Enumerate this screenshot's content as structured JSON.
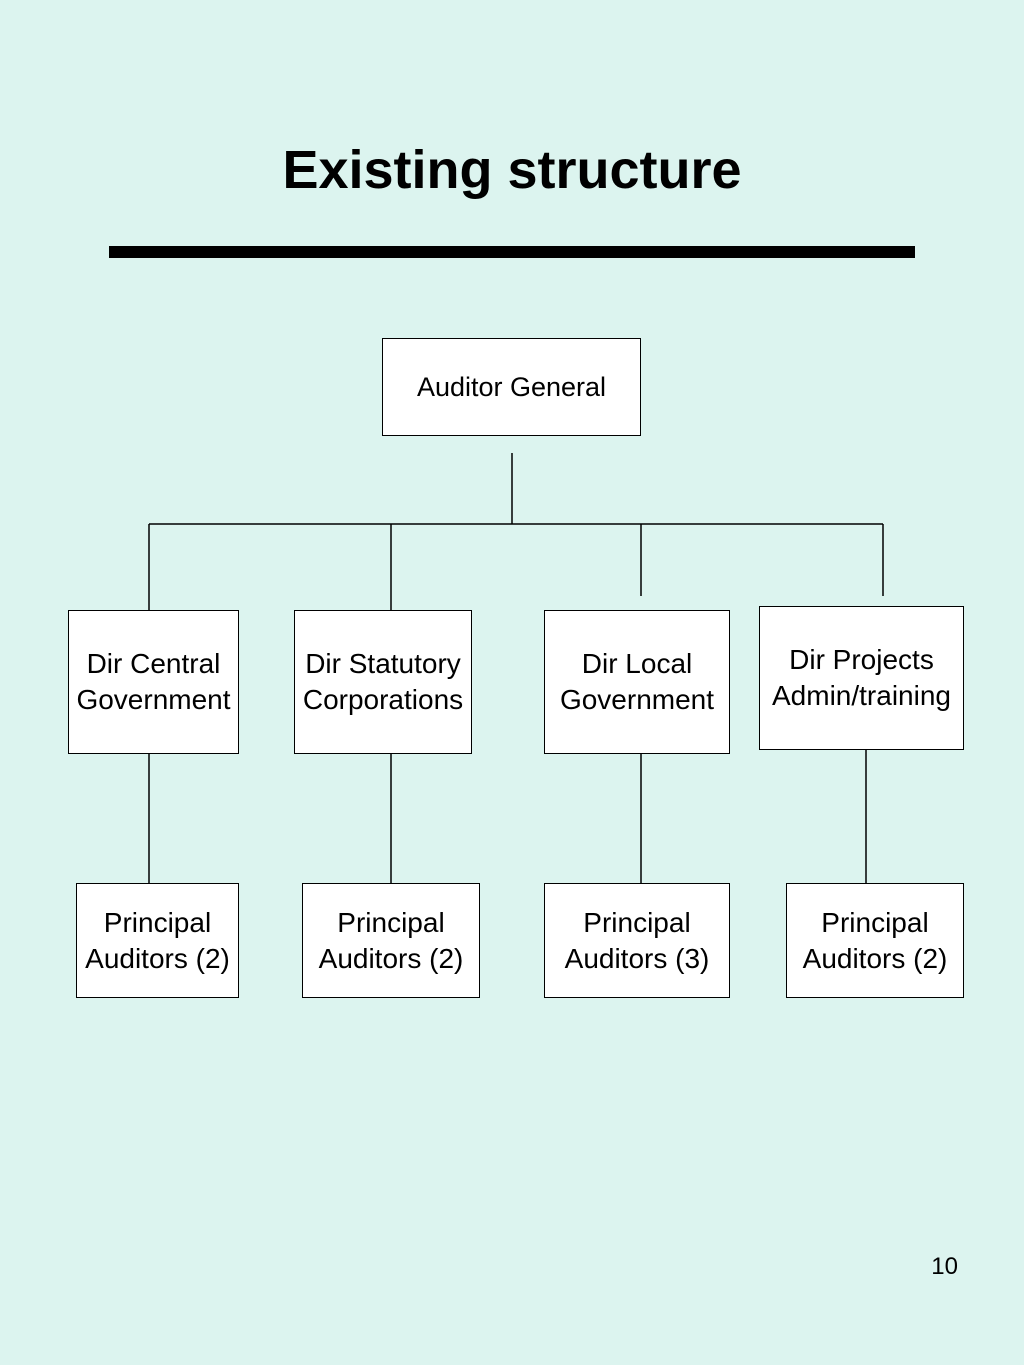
{
  "slide": {
    "title": "Existing structure",
    "page_number": "10"
  },
  "org_chart": {
    "root": "Auditor General",
    "directors": [
      "Dir Central\nGovernment",
      "Dir Statutory\nCorporations",
      "Dir Local\nGovernment",
      "Dir Projects\nAdmin/training"
    ],
    "principal_auditors": [
      "Principal\nAuditors (2)",
      "Principal\nAuditors (2)",
      "Principal\nAuditors (3)",
      "Principal\nAuditors (2)"
    ]
  }
}
